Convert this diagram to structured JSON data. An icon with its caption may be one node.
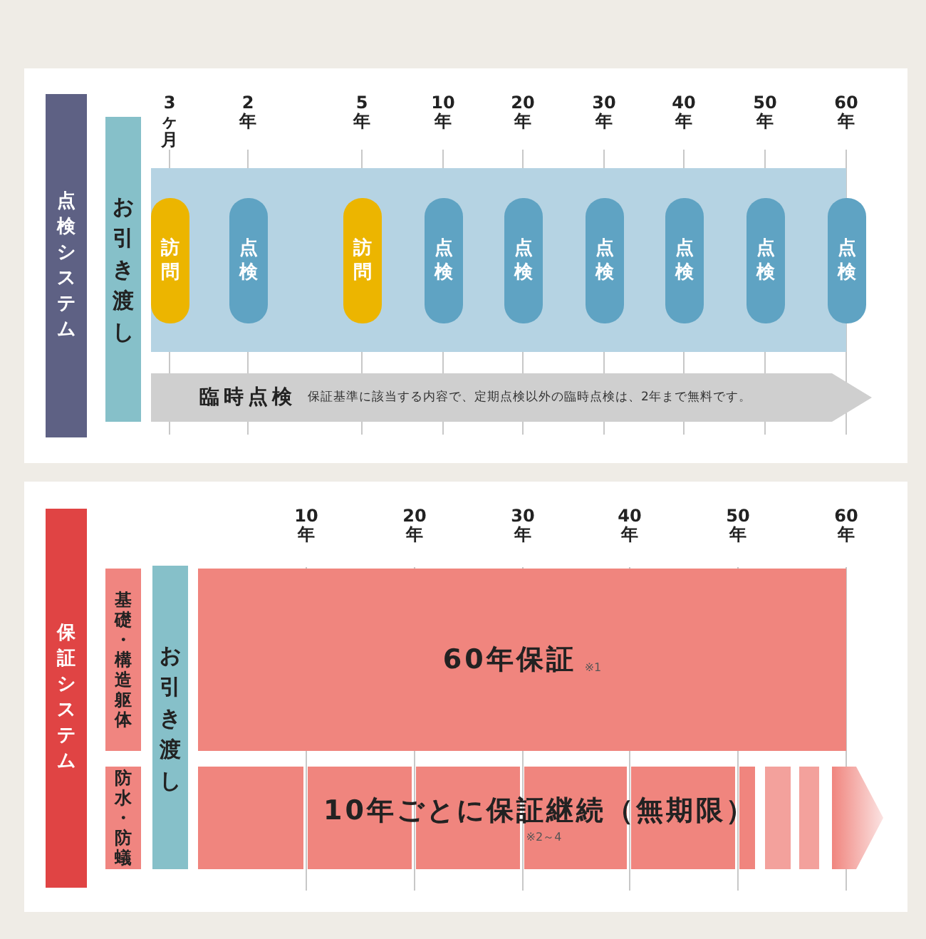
{
  "diagram": {
    "nodes": [
      {
        "text": [
          "点検システム"
        ]
      },
      {
        "text": [
          "お引き渡し"
        ]
      },
      {
        "text": [],
        "shape": "band"
      },
      {
        "text": [
          "訪問"
        ],
        "in": 2
      },
      {
        "text": [
          "点検"
        ],
        "in": 2
      },
      {
        "text": [
          "訪問"
        ],
        "in": 2
      },
      {
        "text": [
          "点検"
        ],
        "in": 2
      },
      {
        "text": [
          "点検"
        ],
        "in": 2
      },
      {
        "text": [
          "点検"
        ],
        "in": 2
      },
      {
        "text": [
          "点検"
        ],
        "in": 2
      },
      {
        "text": [
          "点検"
        ],
        "in": 2
      },
      {
        "text": [
          "点検"
        ],
        "in": 2
      },
      {
        "text": [
          "臨時点検",
          "保証基準に該当する内容で、定期点検以外の臨時点検は、2年まで無料です。"
        ]
      },
      {
        "text": [
          "保証システム"
        ]
      },
      {
        "text": [
          "基礎・構造躯体"
        ]
      },
      {
        "text": [
          "防水・防蟻"
        ]
      },
      {
        "text": [
          "お引き渡し"
        ]
      },
      {
        "text": [
          "60年保証",
          "※1"
        ]
      },
      {
        "text": [
          "10年ごとに保証継続（無期限）",
          "※2～4"
        ]
      }
    ],
    "labels": [
      "3ヶ月",
      "2年",
      "5年",
      "10年",
      "20年",
      "30年",
      "40年",
      "50年",
      "60年",
      "10年",
      "20年",
      "30年",
      "40年",
      "50年",
      "60年"
    ]
  }
}
